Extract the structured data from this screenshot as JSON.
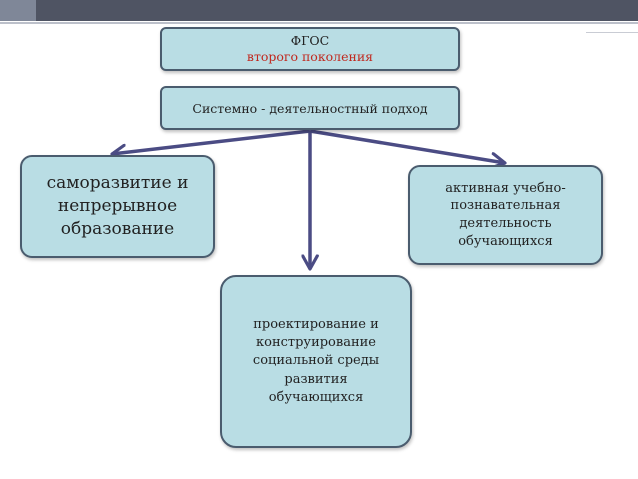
{
  "nodes": {
    "fgos": {
      "line1": "ФГОС",
      "line2": "второго поколения"
    },
    "approach": {
      "label": "Системно - деятельностный подход"
    },
    "left": {
      "lines": [
        "саморазвитие и",
        "непрерывное",
        "образование"
      ]
    },
    "right": {
      "lines": [
        "активная учебно-",
        "познавательная",
        "деятельность",
        "обучающихся"
      ]
    },
    "bottom": {
      "lines": [
        "проектирование и",
        "конструирование",
        "социальной среды",
        "развития",
        "обучающихся"
      ]
    }
  },
  "colors": {
    "box_fill": "#b9dde4",
    "box_border": "#4a5c6e",
    "arrow": "#4b4c84",
    "highlight_text": "#c0281e"
  }
}
